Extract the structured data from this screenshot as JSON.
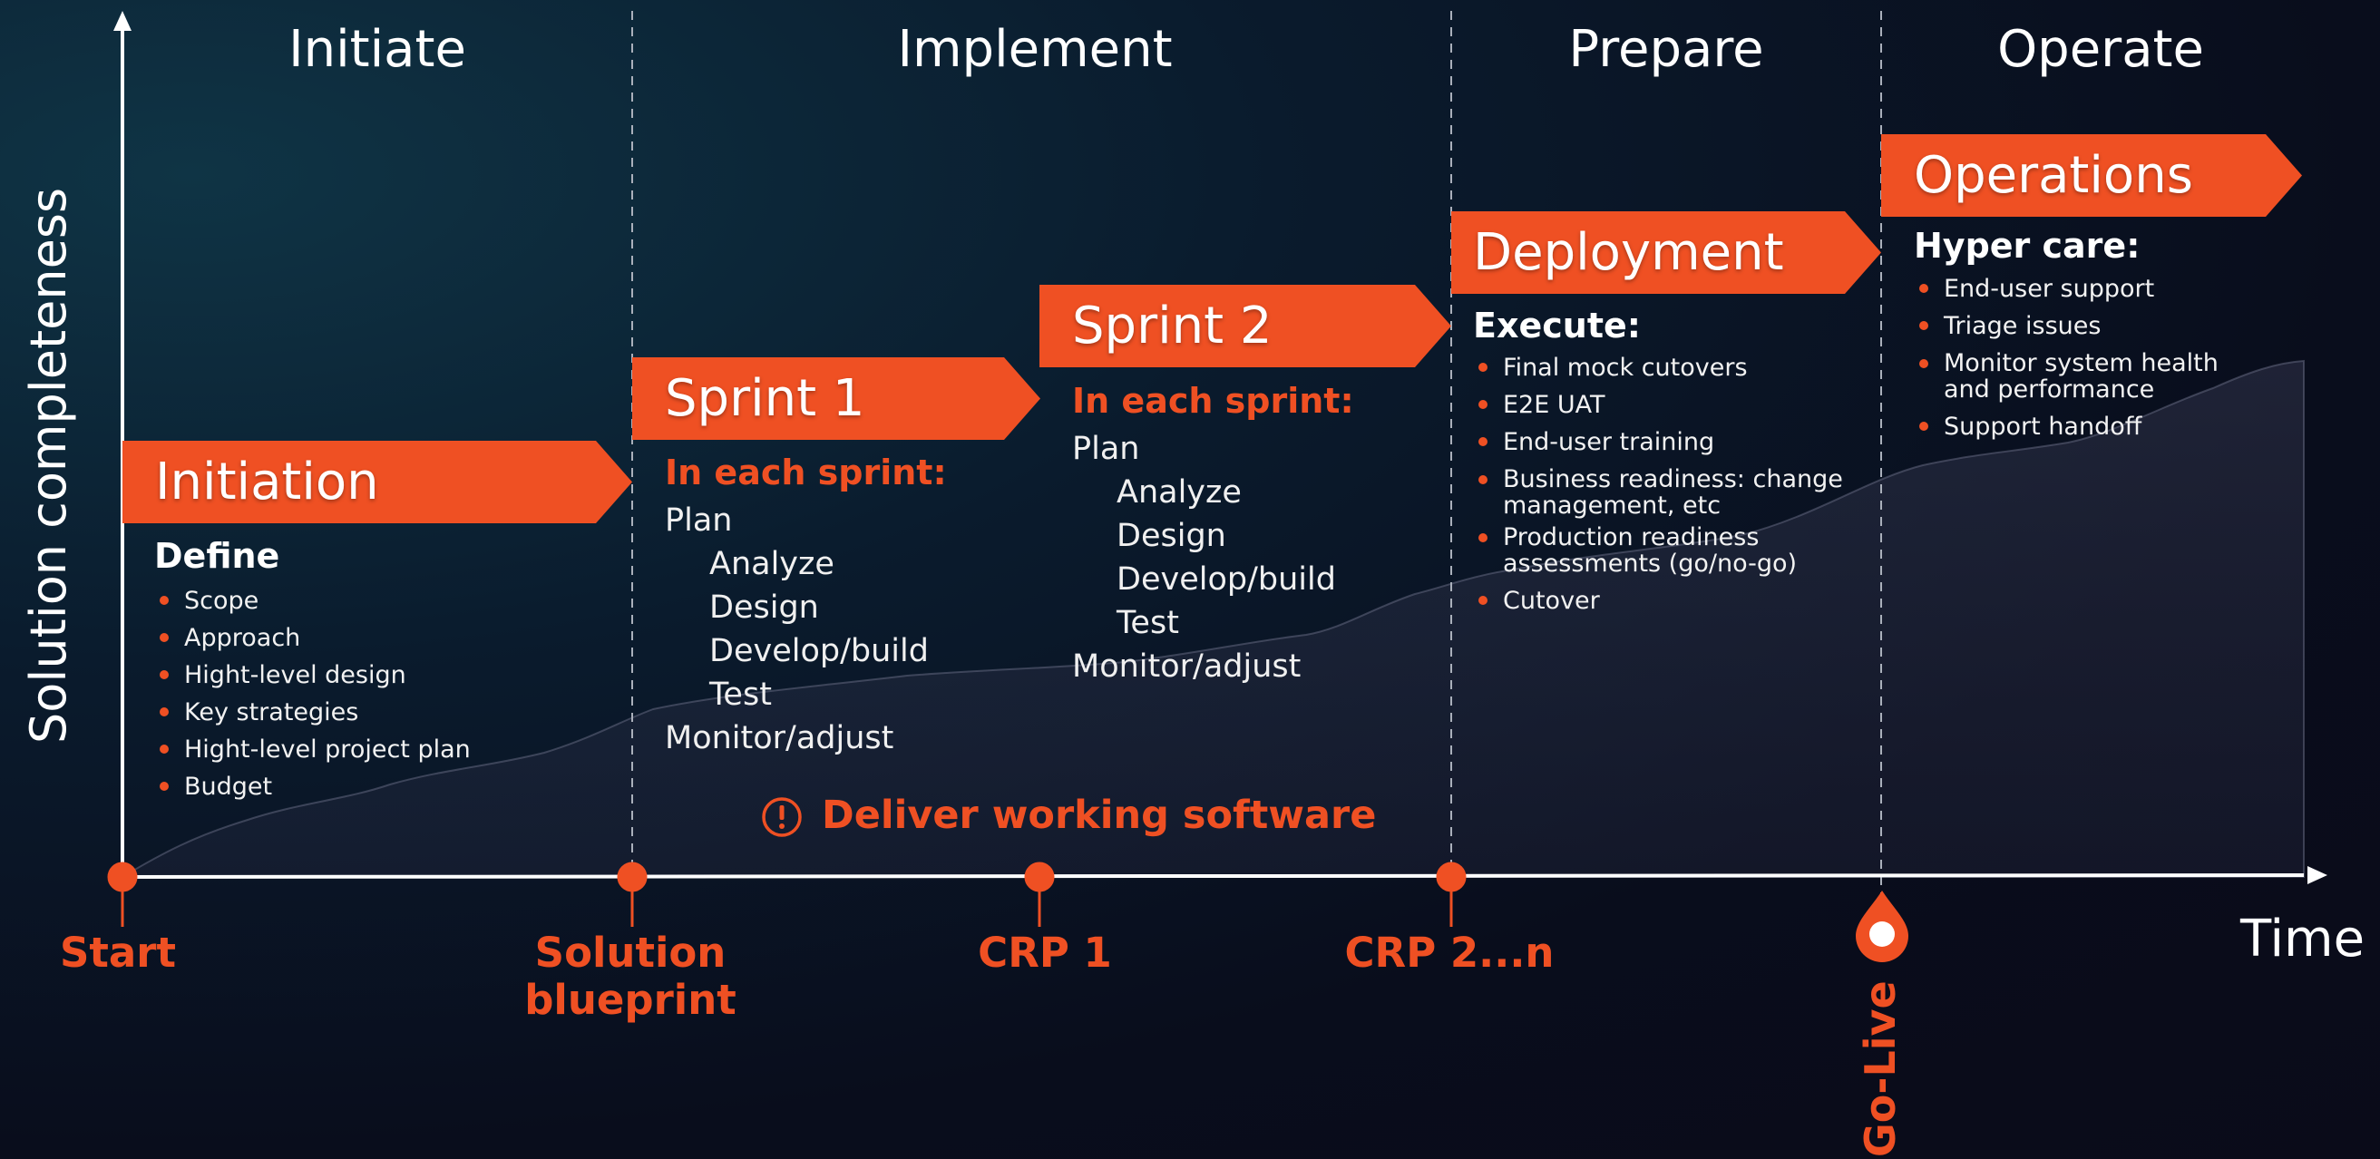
{
  "axes": {
    "y_label": "Solution completeness",
    "x_label": "Time"
  },
  "phases": [
    "Initiate",
    "Implement",
    "Prepare",
    "Operate"
  ],
  "stages": {
    "initiation": {
      "title": "Initiation",
      "heading": "Define",
      "items": [
        "Scope",
        "Approach",
        "Hight-level design",
        "Key strategies",
        "Hight-level project plan",
        "Budget"
      ]
    },
    "sprint1": {
      "title": "Sprint 1",
      "heading": "In each sprint:",
      "plan": "Plan",
      "steps": [
        "Analyze",
        "Design",
        "Develop/build",
        "Test"
      ],
      "monitor": "Monitor/adjust"
    },
    "sprint2": {
      "title": "Sprint 2",
      "heading": "In each sprint:",
      "plan": "Plan",
      "steps": [
        "Analyze",
        "Design",
        "Develop/build",
        "Test"
      ],
      "monitor": "Monitor/adjust"
    },
    "deployment": {
      "title": "Deployment",
      "heading": "Execute:",
      "items": [
        "Final mock cutovers",
        "E2E UAT",
        "End-user training",
        "Business readiness: change management, etc",
        "Production readiness assessments (go/no-go)",
        "Cutover"
      ]
    },
    "operations": {
      "title": "Operations",
      "heading": "Hyper care:",
      "items": [
        "End-user support",
        "Triage issues",
        "Monitor system health and performance",
        "Support handoff"
      ]
    }
  },
  "callout": {
    "icon": "exclamation-circle-icon",
    "text": "Deliver working software"
  },
  "milestones": [
    "Start",
    "Solution blueprint",
    "CRP 1",
    "CRP 2...n"
  ],
  "golive": {
    "label": "Go-Live",
    "icon": "location-pin-icon"
  },
  "colors": {
    "accent": "#ef5023",
    "background": "#0a0f1e",
    "text": "#ffffff"
  }
}
